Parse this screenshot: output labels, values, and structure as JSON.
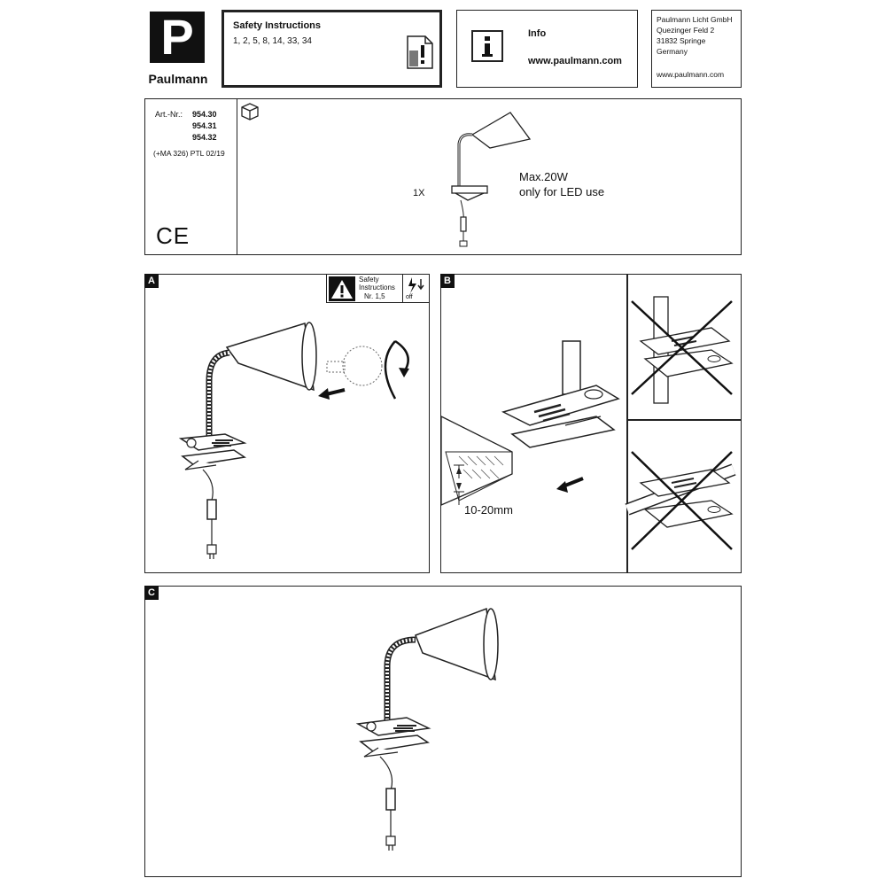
{
  "header": {
    "brand_letter": "P",
    "brand_name": "Paulmann",
    "safety": {
      "title": "Safety Instructions",
      "numbers": "1, 2,  5,  8, 14,  33, 34"
    },
    "info": {
      "title": "Info",
      "url": "www.paulmann.com"
    },
    "address": {
      "line1": "Paulmann Licht GmbH",
      "line2": "Quezinger Feld 2",
      "line3": "31832 Springe",
      "line4": "Germany",
      "web": "www.paulmann.com"
    }
  },
  "article": {
    "label": "Art.-Nr.:",
    "numbers": [
      "954.30",
      "954.31",
      "954.32"
    ],
    "ref": "(+MA 326) PTL 02/19",
    "mark": "CE"
  },
  "contents": {
    "quantity": "1X",
    "spec1": "Max.20W",
    "spec2": "only for LED use"
  },
  "panel_a": {
    "label": "A",
    "notice_line1": "Safety",
    "notice_line2": "Instructions",
    "notice_line3": "Nr. 1,5",
    "power_label": "off"
  },
  "panel_b": {
    "label": "B",
    "thickness": "10-20mm"
  },
  "panel_c": {
    "label": "C"
  },
  "colors": {
    "line": "#222222",
    "bg": "#ffffff",
    "label_bg": "#111111"
  }
}
